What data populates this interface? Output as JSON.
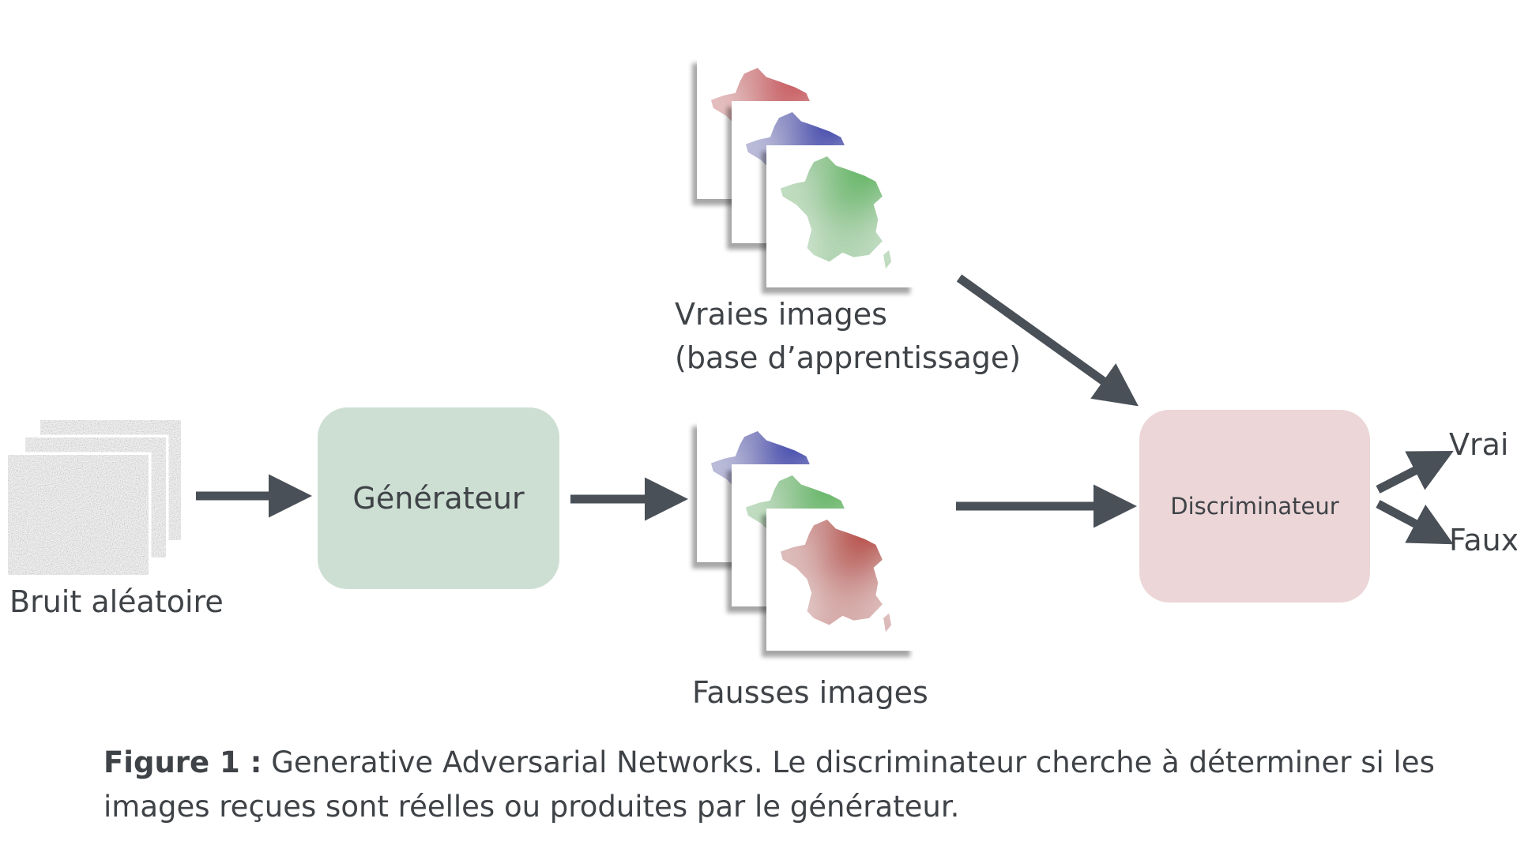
{
  "nodes": {
    "noise_label": "Bruit aléatoire",
    "generator_label": "Générateur",
    "real_label_line1": "Vraies images",
    "real_label_line2": "(base d’apprentissage)",
    "fake_label": "Fausses images",
    "discriminator_label": "Discriminateur",
    "output_true": "Vrai",
    "output_false": "Faux"
  },
  "caption": {
    "label": "Figure 1 :",
    "text": " Generative Adversarial Networks. Le discriminateur cherche à déterminer si les images reçues sont réelles ou produites par le générateur."
  },
  "colors": {
    "generator_fill": "#cddfd3",
    "discriminator_fill": "#ecd6d7",
    "arrow": "#4a5057",
    "text": "#3f4347",
    "noise_gray": "#8a8a8a",
    "map_red": "#c95e63",
    "map_blue": "#4a4fb0",
    "map_green": "#69b86a",
    "map_fake_red": "#b9534c"
  },
  "icons": {
    "noise_stack": "noise-image-stack-icon",
    "real_stack": "france-map-stack-icon",
    "fake_stack": "france-map-stack-icon"
  }
}
